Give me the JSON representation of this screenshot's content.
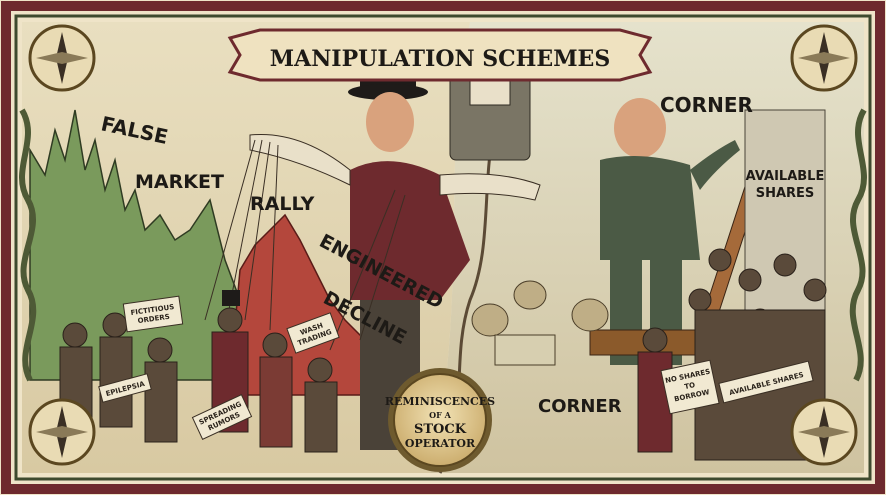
{
  "banner": {
    "title": "MANIPULATION SCHEMES"
  },
  "left_panel": {
    "label_false_market_1": "FALSE",
    "label_false_market_2": "MARKET",
    "label_rally": "RALLY",
    "label_decline_1": "ENGINEERED",
    "label_decline_2": "DECLINE",
    "tag_fictitious_1": "FICTITIOUS",
    "tag_fictitious_2": "ORDERS",
    "tag_wash_1": "WASH",
    "tag_wash_2": "TRADING",
    "tag_crowd_1": "SPREADING",
    "tag_crowd_2": "RUMORS",
    "tag_crowd_3": "EPILEPSIA"
  },
  "right_panel": {
    "label_corner_top": "CORNER",
    "label_corner_bottom": "CORNER",
    "wall_sign_1": "AVAILABLE",
    "wall_sign_2": "SHARES",
    "tag_no_shares_1": "NO SHARES",
    "tag_no_shares_2": "TO",
    "tag_no_shares_3": "BORROW",
    "tag_available": "AVAILABLE SHARES"
  },
  "medallion": {
    "line1": "REMINISCENCES",
    "line2": "OF A",
    "line3": "STOCK",
    "line4": "OPERATOR"
  },
  "colors": {
    "paper": "#efe4c8",
    "border_maroon": "#6e2a2e",
    "green_fill": "#7a9a5c",
    "red_fill": "#b4473c",
    "ink": "#1d1a16"
  }
}
